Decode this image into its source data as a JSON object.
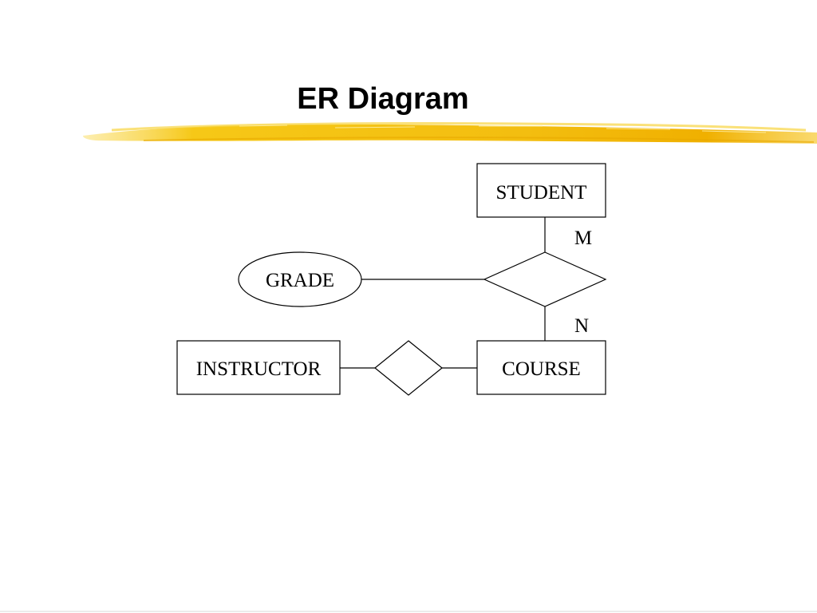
{
  "slide": {
    "title": "ER Diagram"
  },
  "diagram": {
    "entities": {
      "student": "STUDENT",
      "course": "COURSE",
      "instructor": "INSTRUCTOR"
    },
    "attributes": {
      "grade": "GRADE"
    },
    "cardinalities": {
      "student_side": "M",
      "course_side": "N"
    }
  },
  "colors": {
    "brush_highlight": "#f5c518",
    "brush_shadow": "#e8a400",
    "line": "#000000"
  }
}
